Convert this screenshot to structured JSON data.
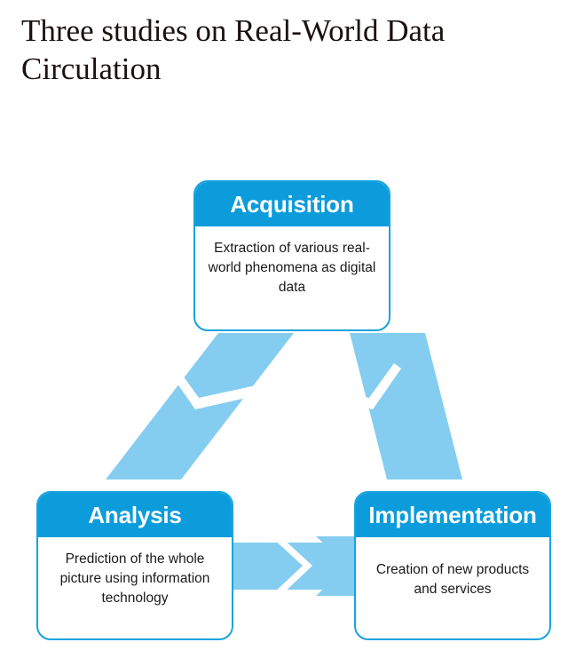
{
  "title": "Three studies on Real-World Data Circulation",
  "colors": {
    "header_blue": "#0C9CDB",
    "card_border": "#17A3E0",
    "arrow_light_blue": "#85CDF0",
    "background": "#FFFFFF",
    "title_text": "#1A1110",
    "body_text": "#1A1A1A",
    "header_text": "#FFFFFF"
  },
  "diagram": {
    "type": "cycle-diagram",
    "nodes": [
      {
        "id": "acquisition",
        "header": "Acquisition",
        "body": "Extraction of various real-world phenomena as digital data"
      },
      {
        "id": "analysis",
        "header": "Analysis",
        "body": "Prediction of the whole picture using information technology"
      },
      {
        "id": "implementation",
        "header": "Implementation",
        "body": "Creation of new products and services"
      }
    ],
    "arrows": [
      {
        "id": "acquisition-to-analysis",
        "from": "acquisition",
        "to": "analysis",
        "direction": "down-left"
      },
      {
        "id": "analysis-to-implementation",
        "from": "analysis",
        "to": "implementation",
        "direction": "right"
      },
      {
        "id": "implementation-to-acquisition",
        "from": "implementation",
        "to": "acquisition",
        "direction": "up-left"
      }
    ]
  }
}
